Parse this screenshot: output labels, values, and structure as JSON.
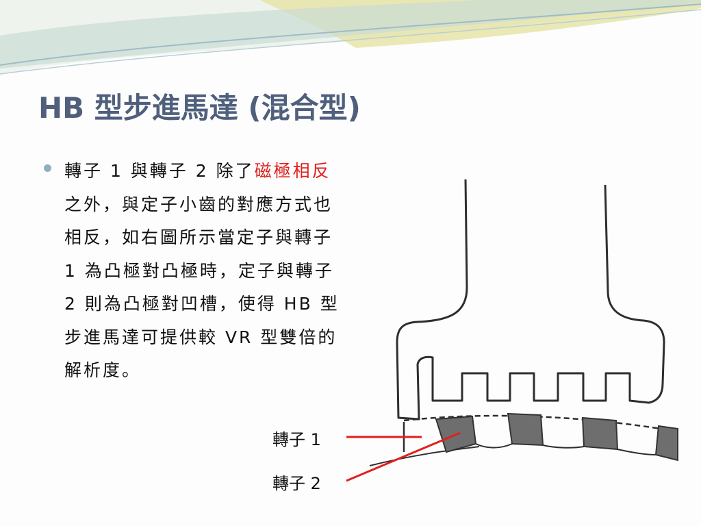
{
  "slide": {
    "title": "HB 型步進馬達 (混合型)",
    "bullet": {
      "part1": "轉子 1 與轉子 2 除了",
      "highlight": "磁極相反",
      "part2": "之外，與定子小齒的對應方式也相反，如右圖所示當定子與轉子 1 為凸極對凸極時，定子與轉子 2 則為凸極對凹槽，使得 HB 型步進馬達可提供較 VR 型雙倍的解析度。"
    },
    "highlight_color": "#e0201e",
    "title_color": "#4f5f7c"
  },
  "figure": {
    "label_rotor1": "轉子 1",
    "label_rotor2": "轉子 2",
    "pointer_color": "#e0201e"
  }
}
